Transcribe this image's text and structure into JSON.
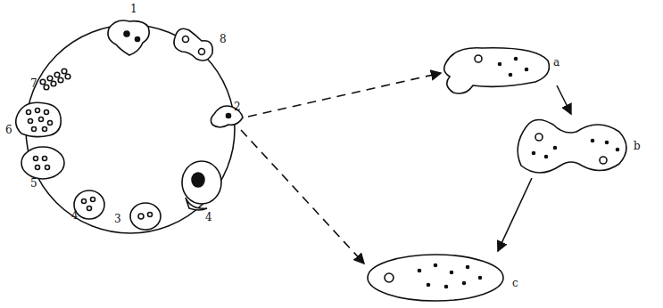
{
  "diagram": {
    "labels": [
      "1",
      "8",
      "2",
      "4",
      "3",
      "4",
      "5",
      "6",
      "7",
      "a",
      "b",
      "c"
    ]
  }
}
